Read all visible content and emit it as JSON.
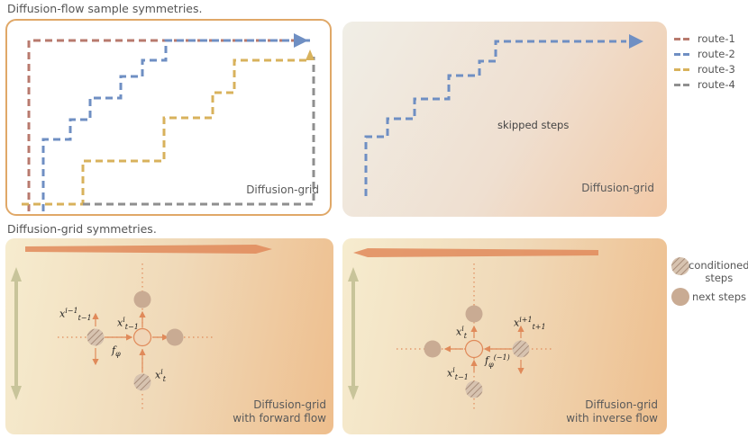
{
  "titles": {
    "top": "Diffusion-flow sample symmetries.",
    "bottom": "Diffusion-grid symmetries."
  },
  "panels": {
    "grid_label_1": "Diffusion-grid",
    "grid_label_2": "Diffusion-grid",
    "skipped_steps": "skipped steps",
    "forward_label_1": "Diffusion-grid",
    "forward_label_2": "with forward flow",
    "inverse_label_1": "Diffusion-grid",
    "inverse_label_2": "with inverse flow"
  },
  "legend": {
    "routes": [
      {
        "label": "route-1",
        "color": "#b87a6e"
      },
      {
        "label": "route-2",
        "color": "#6f8fc3"
      },
      {
        "label": "route-3",
        "color": "#d8b25c"
      },
      {
        "label": "route-4",
        "color": "#8f8f8f"
      }
    ],
    "conditioned": "conditioned steps",
    "conditioned_1": "conditioned",
    "conditioned_2": "steps",
    "next": "next steps"
  },
  "math": {
    "f_forward": "fφ",
    "f_inverse": "fφ(−1)"
  },
  "colors": {
    "accent_border": "#e0a868",
    "flow_arrow": "#e08a5a",
    "vertical_arrow": "#c8c49a",
    "node_fill": "#c9ab93"
  }
}
